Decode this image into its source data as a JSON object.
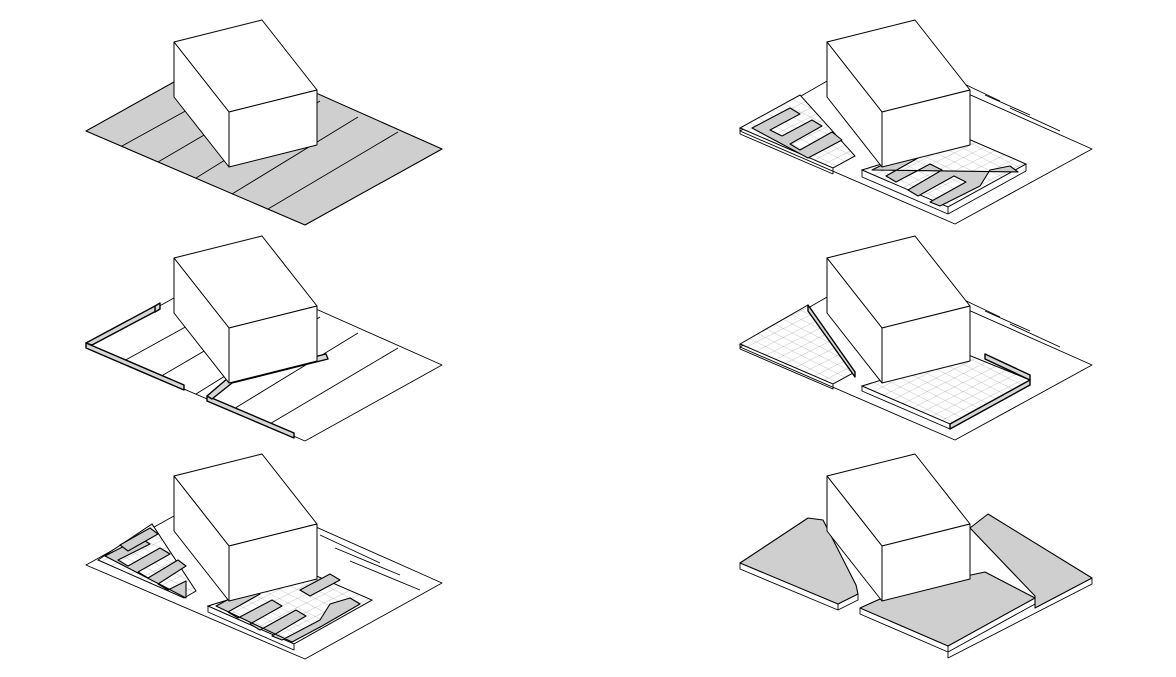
{
  "colors": {
    "background": "#ffffff",
    "stroke": "#000000",
    "fill_grey": "#cfcfcf",
    "fill_grey_light": "#e3e3e3",
    "grid": "#9a9a9a"
  },
  "panels": [
    {
      "name": "panel-solid-ground"
    },
    {
      "name": "panel-pattern-blocks-right"
    },
    {
      "name": "panel-edge-walls"
    },
    {
      "name": "panel-tiled-surface"
    },
    {
      "name": "panel-pattern-blocks-left"
    },
    {
      "name": "panel-split-terraces"
    }
  ]
}
